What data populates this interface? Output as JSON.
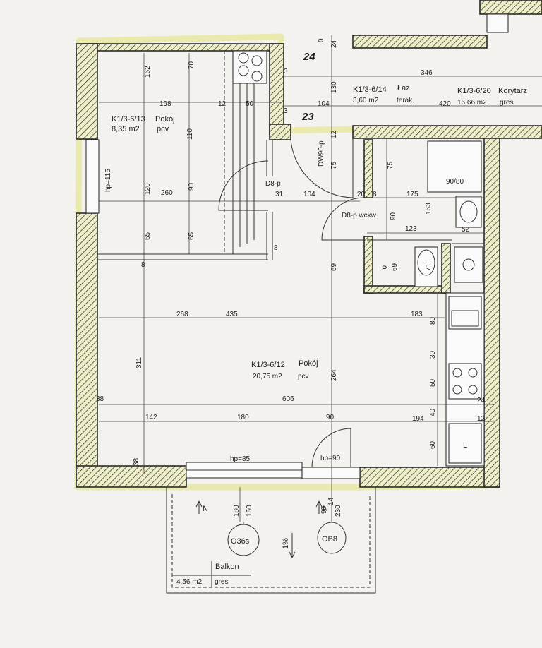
{
  "rooms": {
    "room_small": {
      "code": "K1/3-6/13",
      "name": "Pokój",
      "area": "8,35 m2",
      "floor": "pcv"
    },
    "bathroom": {
      "code": "K1/3-6/14",
      "name": "Łaz.",
      "area": "3,60 m2",
      "floor": "terak."
    },
    "corridor": {
      "code": "K1/3-6/20",
      "name": "Korytarz",
      "area": "16,66 m2",
      "floor": "gres"
    },
    "room_main": {
      "code": "K1/3-6/12",
      "name": "Pokój",
      "area": "20,75 m2",
      "floor": "pcv"
    },
    "balcony": {
      "name": "Balkon",
      "area": "4,56 m2",
      "floor": "gres"
    }
  },
  "level_numbers": {
    "upper": "24",
    "lower": "23"
  },
  "doors": {
    "small_room": "D8-p",
    "bathroom": "D8-p wckw",
    "entrance": "DW90-p"
  },
  "windows": {
    "small_room_sill": "hp=115",
    "balcony_door_sill": "hp=85",
    "balcony_right_sill": "hp=90"
  },
  "symbols": {
    "window_tag_1": "O36s",
    "window_tag_2": "OB8",
    "slope": "1%",
    "north_1": "N",
    "north_2": "N",
    "p_mark": "P",
    "l_mark": "L"
  },
  "fixtures": {
    "shower": "90/80"
  },
  "dimensions": {
    "d162": "162",
    "d70": "70",
    "d198": "198",
    "d12a": "12",
    "d50": "50",
    "d110": "110",
    "d120": "120",
    "d260": "260",
    "d90a": "90",
    "d65a": "65",
    "d65b": "65",
    "d3a": "3",
    "d3b": "3",
    "d130": "130",
    "d104a": "104",
    "d104b": "104",
    "d24": "24",
    "d12b": "12",
    "d8a": "8",
    "d31": "31",
    "d75a": "75",
    "d75b": "75",
    "d346": "346",
    "d420": "420",
    "d175": "175",
    "d20": "20",
    "d8b": "8",
    "d163": "163",
    "d123": "123",
    "d52": "52",
    "d90b": "90",
    "d69a": "69",
    "d69b": "69",
    "d71": "71",
    "d8c": "8",
    "d268": "268",
    "d435": "435",
    "d183": "183",
    "d80": "80",
    "d311": "311",
    "d264": "264",
    "d30": "30",
    "d50b": "50",
    "d38a": "38",
    "d606": "606",
    "d40": "40",
    "d24b": "24",
    "d142": "142",
    "d180": "180",
    "d90c": "90",
    "d194": "194",
    "d12c": "12",
    "d60": "60",
    "d38b": "38",
    "d180b": "180",
    "d150": "150",
    "d90d": "90",
    "d230": "230",
    "d14": "14",
    "d0": "0"
  },
  "colors": {
    "wall_hatch": "#2a2a2a",
    "highlight": "#e7e79a",
    "paper": "#f3f2ee"
  }
}
